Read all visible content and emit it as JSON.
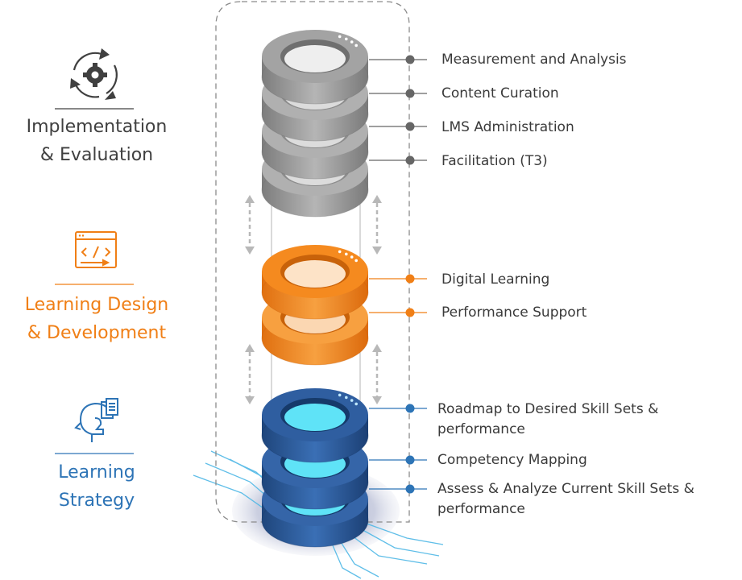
{
  "sections": [
    {
      "id": "impl",
      "title_line1": "Implementation",
      "title_line2": "& Evaluation",
      "color": "#404040",
      "icon": "gear-cycle-icon",
      "items": [
        {
          "label": "Measurement and Analysis"
        },
        {
          "label": "Content Curation"
        },
        {
          "label": "LMS Administration"
        },
        {
          "label": "Facilitation (T3)"
        }
      ]
    },
    {
      "id": "design",
      "title_line1": "Learning Design",
      "title_line2": "& Development",
      "color": "#f07f16",
      "icon": "code-window-icon",
      "items": [
        {
          "label": "Digital Learning"
        },
        {
          "label": "Performance Support"
        }
      ]
    },
    {
      "id": "strategy",
      "title_line1": "Learning",
      "title_line2": "Strategy",
      "color": "#2d74b6",
      "icon": "head-chess-icon",
      "items": [
        {
          "label_line1": "Roadmap to Desired Skill Sets &",
          "label_line2": "performance"
        },
        {
          "label": "Competency Mapping"
        },
        {
          "label_line1": "Assess & Analyze Current Skill Sets &",
          "label_line2": "performance"
        }
      ]
    }
  ],
  "colors": {
    "gray_ring": "#a3a3a3",
    "orange_ring": "#f58a1f",
    "blue_ring": "#2f5ea0",
    "cyan_glow": "#5fe3f7"
  }
}
